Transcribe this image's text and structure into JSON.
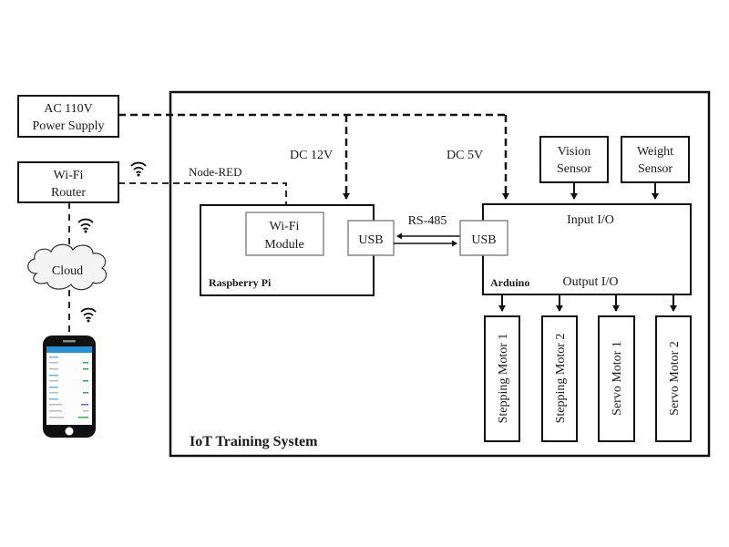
{
  "diagram": {
    "title": "IoT Training System",
    "external": {
      "power_supply": [
        "AC 110V",
        "Power Supply"
      ],
      "router": [
        "Wi-Fi",
        "Router"
      ],
      "cloud": "Cloud",
      "smartphone": "smartphone app"
    },
    "connections": {
      "dc12": "DC 12V",
      "dc5": "DC 5V",
      "node_red": "Node-RED",
      "rs485": "RS-485"
    },
    "raspberry_pi": {
      "label": "Raspberry Pi",
      "wifi_module": [
        "Wi-Fi",
        "Module"
      ],
      "usb": "USB"
    },
    "arduino": {
      "label": "Arduino",
      "usb": "USB",
      "input": "Input I/O",
      "output": "Output I/O"
    },
    "sensors": [
      {
        "lines": [
          "Vision",
          "Sensor"
        ]
      },
      {
        "lines": [
          "Weight",
          "Sensor"
        ]
      }
    ],
    "actuators": [
      {
        "label": "Stepping Motor 1"
      },
      {
        "label": "Stepping Motor 2"
      },
      {
        "label": "Servo Motor 1"
      },
      {
        "label": "Servo Motor 2"
      }
    ],
    "colors": {
      "line": "#111111",
      "module_border": "#777777",
      "phone_header": "#2b8fd6",
      "phone_body": "#111111",
      "status_green": "#3aa655"
    }
  }
}
